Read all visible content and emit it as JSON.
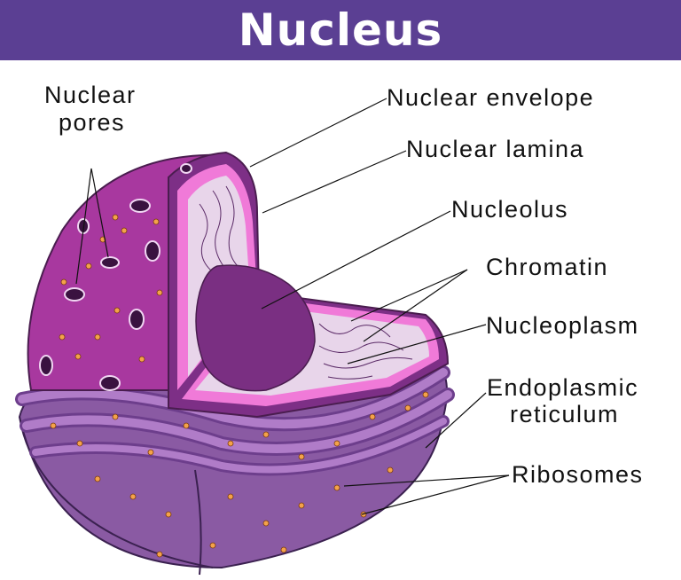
{
  "title": "Nucleus",
  "labels": {
    "nuclear_pores_line1": "Nuclear",
    "nuclear_pores_line2": "pores",
    "nuclear_envelope": "Nuclear envelope",
    "nuclear_lamina": "Nuclear lamina",
    "nucleolus": "Nucleolus",
    "chromatin": "Chromatin",
    "nucleoplasm": "Nucleoplasm",
    "endoplasmic_reticulum_line1": "Endoplasmic",
    "endoplasmic_reticulum_line2": "reticulum",
    "ribosomes": "Ribosomes"
  },
  "colors": {
    "title_bar": "#5b3f93",
    "nucleus_surface": "#a8389f",
    "er_membrane": "#8a5aa3",
    "lamina": "#f07ad8",
    "nucleolus": "#7a2f82",
    "ribosome": "#f4a24a"
  }
}
